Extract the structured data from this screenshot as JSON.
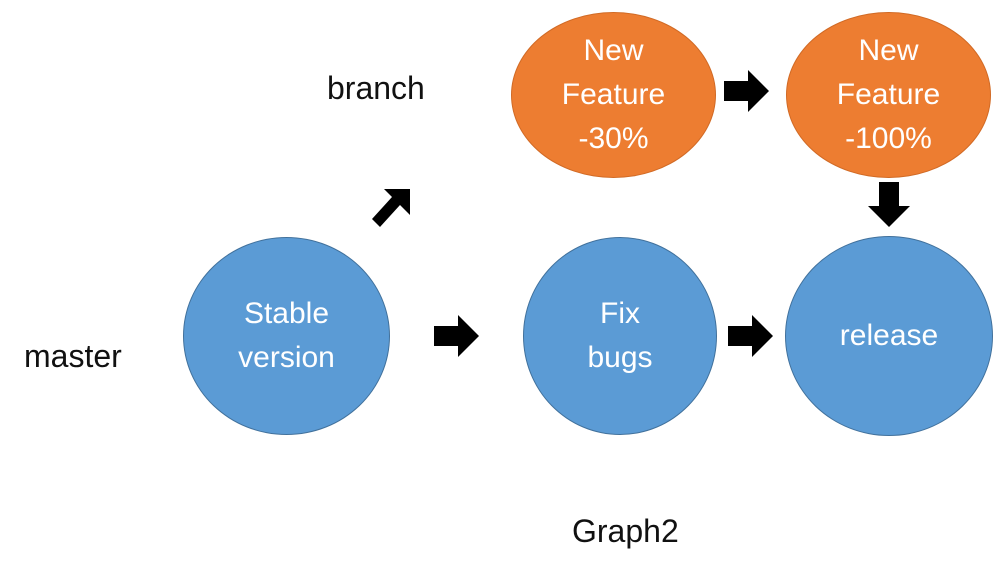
{
  "colors": {
    "master_node": "#5b9bd5",
    "branch_node": "#ed7d31",
    "arrow": "#000000"
  },
  "lanes": {
    "branch_label": "branch",
    "master_label": "master"
  },
  "nodes": {
    "stable": {
      "line1": "Stable",
      "line2": "version"
    },
    "fix": {
      "line1": "Fix",
      "line2": "bugs"
    },
    "release": {
      "line1": "release"
    },
    "feature30": {
      "line1": "New",
      "line2": "Feature",
      "line3": "-30%"
    },
    "feature100": {
      "line1": "New",
      "line2": "Feature",
      "line3": "-100%"
    }
  },
  "caption": "Graph2"
}
